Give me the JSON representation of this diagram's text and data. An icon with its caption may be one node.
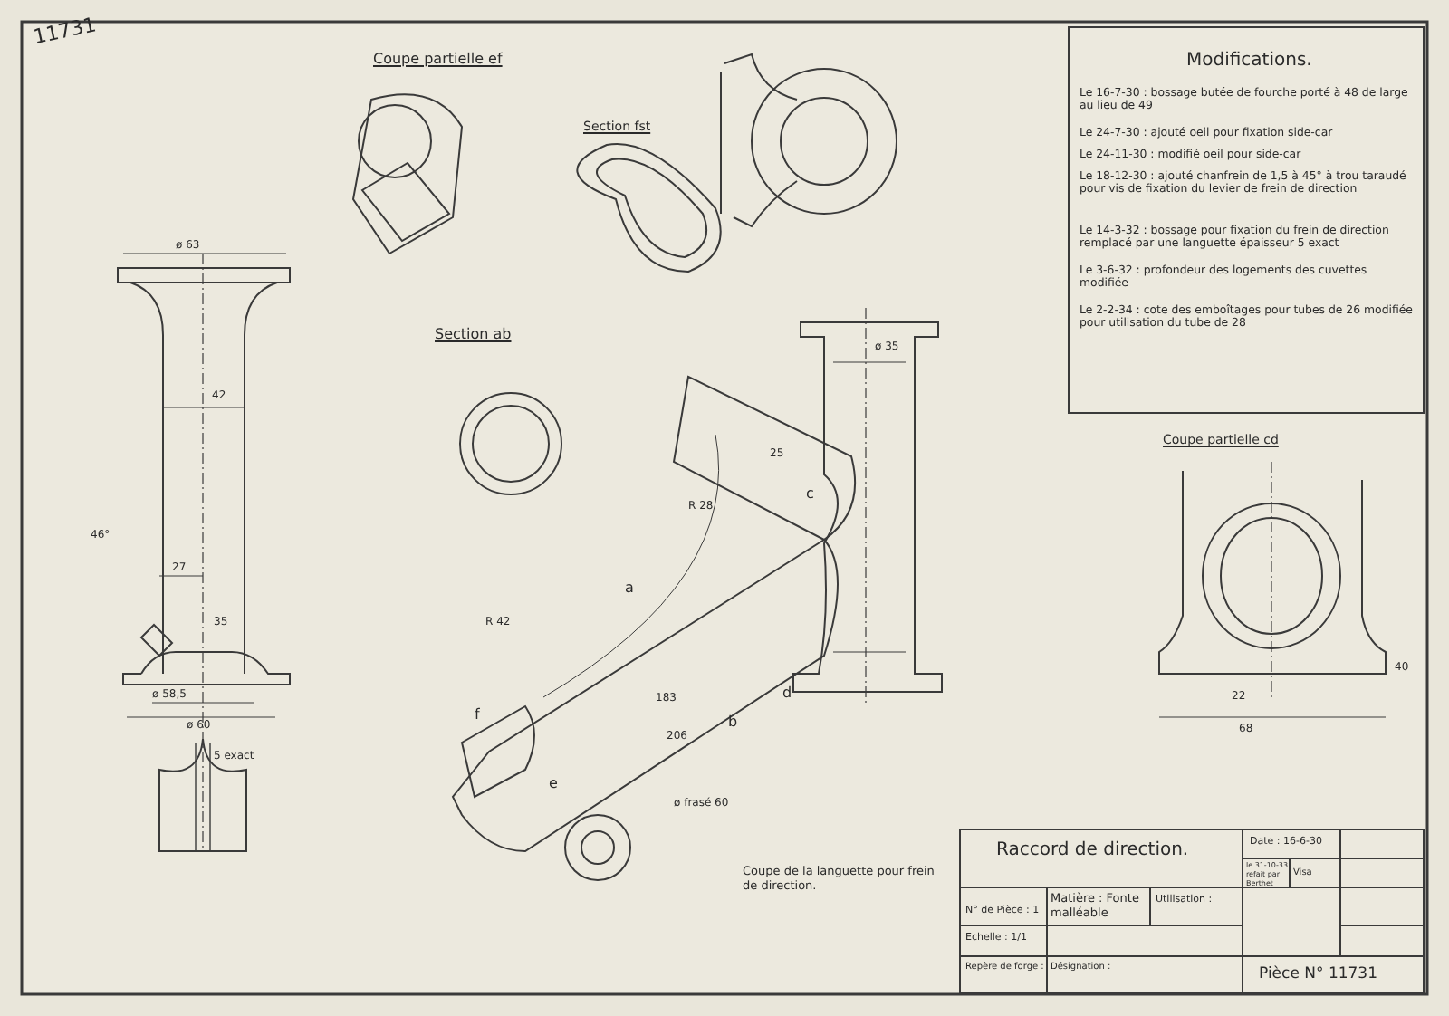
{
  "diagram": {
    "labels": [
      "11731",
      "Coupe partielle ef",
      "Section fst",
      "Section ab",
      "Coupe partielle cd",
      "Modifications.",
      "Le 16-7-30 : bossage butée de fourche porté à 48 de large au lieu de 49",
      "Le 24-7-30 : ajouté oeil pour fixation side-car",
      "Le 24-11-30 : modifié oeil pour side-car",
      "Le 18-12-30 : ajouté chanfrein de 1,5 à 45° à trou taraudé pour vis de fixation du levier de frein de direction",
      "Le 14-3-32 : bossage pour fixation du frein de direction remplacé par une languette épaisseur 5 exact",
      "Le 3-6-32 : profondeur des logements des cuvettes modifiée",
      "Le 2-2-34 : cote des emboîtages pour tubes de 26 modifiée pour utilisation du tube de 28",
      "Coupe de la languette pour frein de direction.",
      "Raccord de direction.",
      "Date : 16-6-30",
      "le 31-10-33 refait par Berthet",
      "Visa",
      "N° de Pièce : 1",
      "Matière : Fonte malléable",
      "Utilisation :",
      "Echelle : 1/1",
      "Repère de forge :",
      "Désignation :",
      "Pièce N° 11731",
      "ø 63",
      "42",
      "27",
      "46°",
      "35",
      "ø 58,5",
      "ø 60",
      "5 exact",
      "ø 35",
      "a",
      "b",
      "c",
      "d",
      "e",
      "f",
      "R 28",
      "R 42",
      "206",
      "183",
      "ø frasé 60",
      "25",
      "22",
      "68",
      "40"
    ]
  }
}
